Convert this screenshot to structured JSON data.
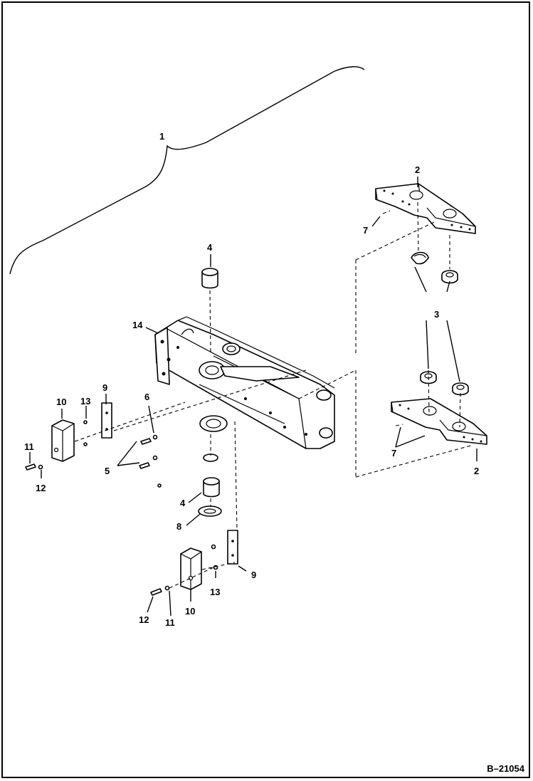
{
  "figure": {
    "code": "B–21054"
  },
  "callouts": {
    "c1": "1",
    "c2a": "2",
    "c2b": "2",
    "c3": "3",
    "c4a": "4",
    "c4b": "4",
    "c5": "5",
    "c6": "6",
    "c7a": "7",
    "c7b": "7",
    "c8": "8",
    "c9a": "9",
    "c9b": "9",
    "c10a": "10",
    "c10b": "10",
    "c11a": "11",
    "c11b": "11",
    "c12a": "12",
    "c12b": "12",
    "c13a": "13",
    "c13b": "13",
    "c14": "14"
  }
}
